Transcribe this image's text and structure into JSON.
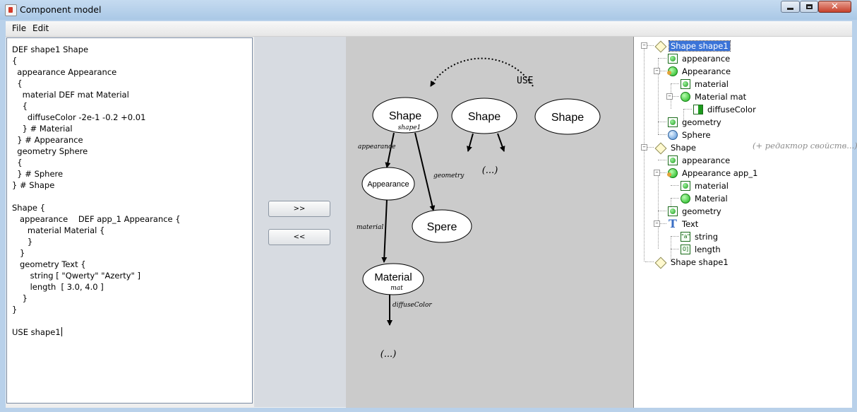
{
  "window": {
    "title": "Component model",
    "controls": {
      "minimize_icon": "minimize-icon",
      "maximize_icon": "maximize-icon",
      "close_icon": "close-icon"
    }
  },
  "menu": [
    "File",
    "Edit"
  ],
  "editor": {
    "lines": [
      "DEF shape1 Shape",
      "{",
      "  appearance Appearance",
      "  {",
      "    material DEF mat Material",
      "    {",
      "      diffuseColor -2e-1 -0.2 +0.01",
      "    } # Material",
      "  } # Appearance",
      "  geometry Sphere",
      "  {",
      "  } # Sphere",
      "} # Shape",
      "",
      "Shape {",
      "   appearance    DEF app_1 Appearance {",
      "      material Material {",
      "      }",
      "   }",
      "   geometry Text {",
      "       string [ \"Qwerty\" \"Azerty\" ]",
      "       length  [ 3.0, 4.0 ]",
      "    }",
      "}",
      "",
      "USE shape1"
    ]
  },
  "buttons": {
    "forward": ">>",
    "back": "<<"
  },
  "diagram": {
    "use_label": "USE",
    "nodes": {
      "shape1": {
        "title": "Shape",
        "subtitle": "shape1"
      },
      "shape2": {
        "title": "Shape"
      },
      "shape3": {
        "title": "Shape"
      },
      "appearance": {
        "title": "Appearance"
      },
      "spere": {
        "title": "Spere"
      },
      "material": {
        "title": "Material",
        "subtitle": "mat"
      }
    },
    "edges": {
      "appearance": "appearance",
      "geometry": "geometry",
      "material": "material",
      "diffuseColor": "diffuseColor"
    },
    "ellipsis": "(...)",
    "colors": {
      "background": "#cbcbcb",
      "node_fill": "#ffffff",
      "stroke": "#000000"
    }
  },
  "tree": {
    "hint": "(+ редактор свойств...)",
    "nodes": [
      {
        "label": "Shape shape1",
        "icon": "diamond-icon",
        "selected": true
      },
      {
        "label": "appearance",
        "icon": "field-icon"
      },
      {
        "label": "Appearance",
        "icon": "appearance-node-icon"
      },
      {
        "label": "material",
        "icon": "field-icon"
      },
      {
        "label": "Material mat",
        "icon": "material-node-icon"
      },
      {
        "label": "diffuseColor",
        "icon": "color-field-icon"
      },
      {
        "label": "geometry",
        "icon": "field-icon"
      },
      {
        "label": "Sphere",
        "icon": "sphere-node-icon"
      },
      {
        "label": "Shape",
        "icon": "diamond-icon"
      },
      {
        "label": "appearance",
        "icon": "field-icon"
      },
      {
        "label": "Appearance app_1",
        "icon": "appearance-node-icon"
      },
      {
        "label": "material",
        "icon": "field-icon"
      },
      {
        "label": "Material",
        "icon": "material-node-icon"
      },
      {
        "label": "geometry",
        "icon": "field-icon"
      },
      {
        "label": "Text",
        "icon": "text-node-icon"
      },
      {
        "label": "string",
        "icon": "string-field-icon"
      },
      {
        "label": "length",
        "icon": "array-field-icon"
      },
      {
        "label": "Shape shape1",
        "icon": "use-reference-icon"
      }
    ],
    "small_icon_glyphs": {
      "string": "\"a\"",
      "length": "0]"
    },
    "selection_color": "#3b74d8"
  }
}
